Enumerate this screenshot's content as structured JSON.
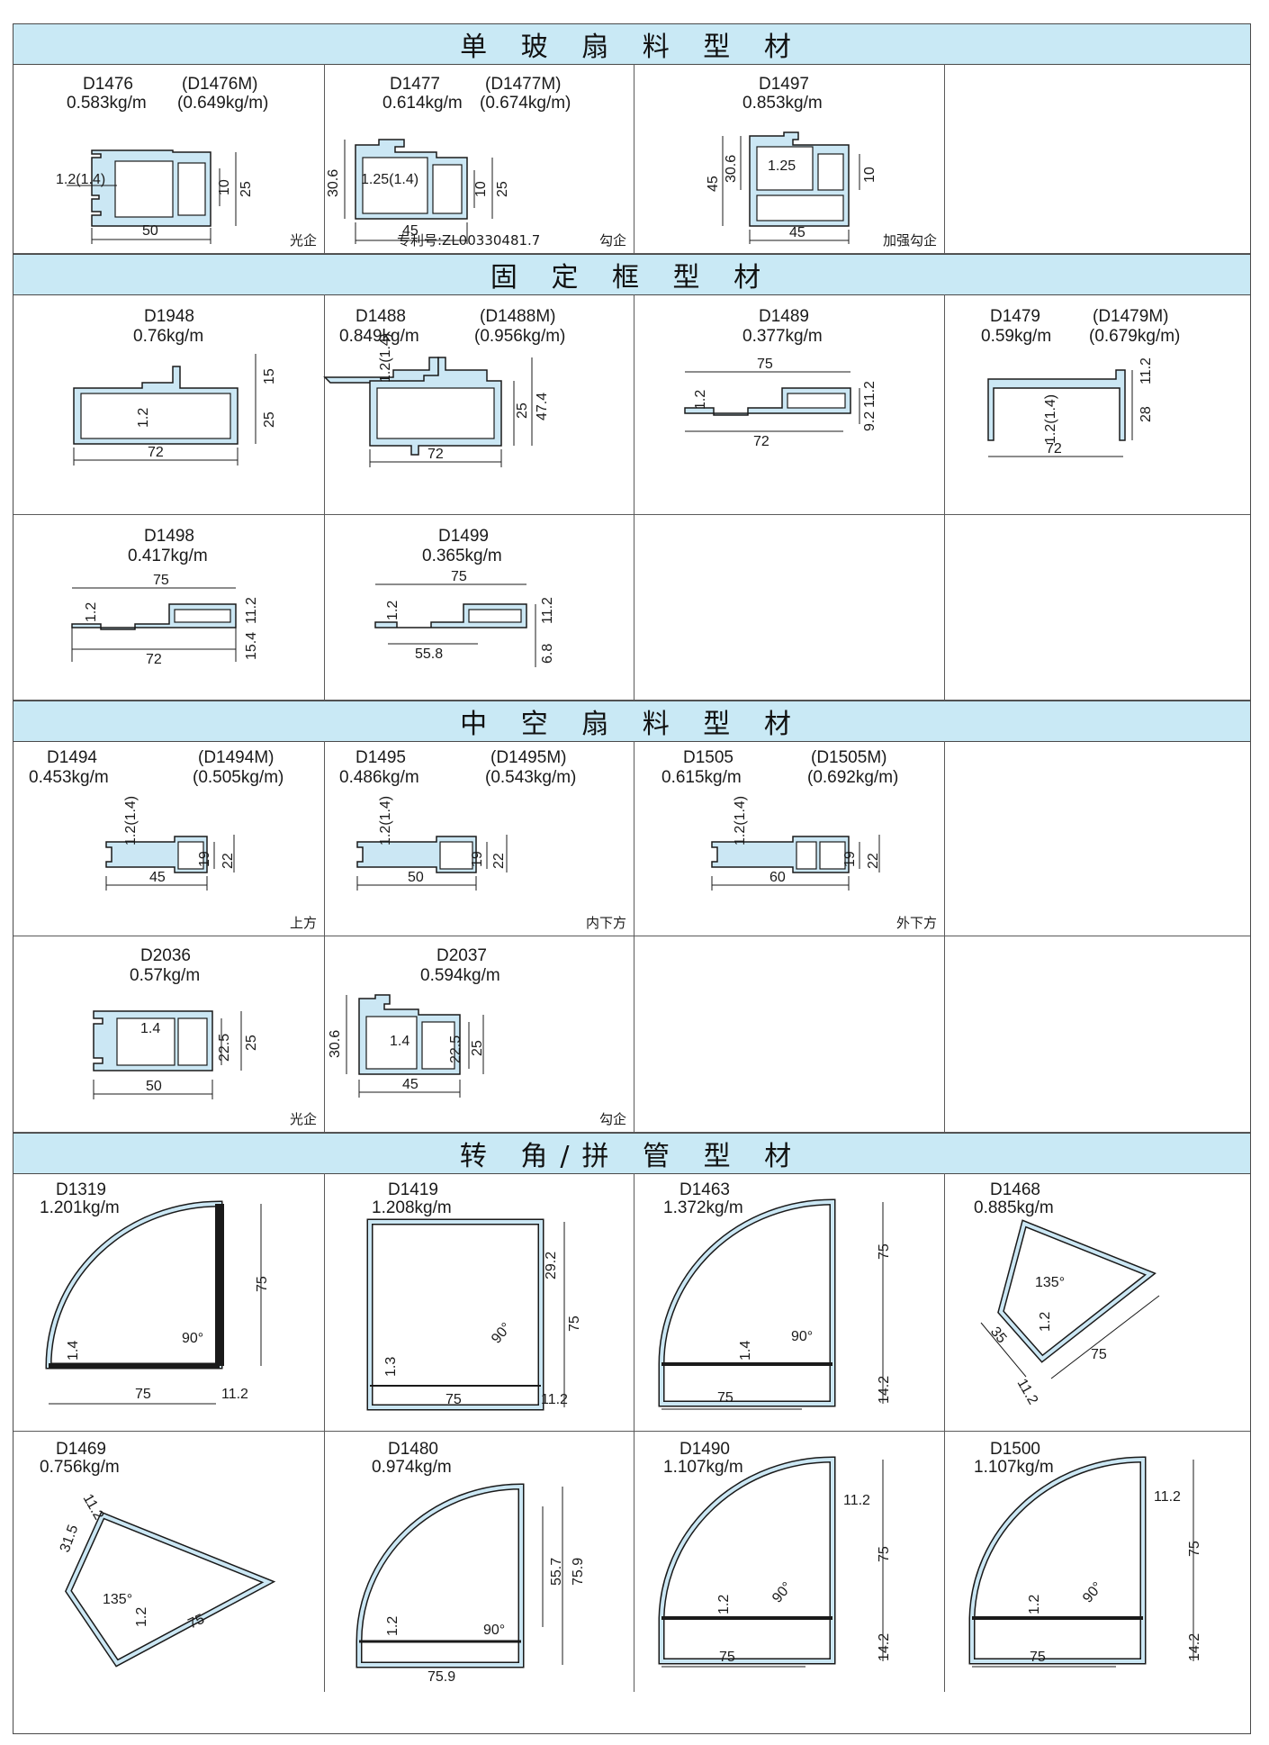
{
  "sections": [
    {
      "title": "单 玻 扇 料 型 材"
    },
    {
      "title": "固 定 框 型 材"
    },
    {
      "title": "中 空 扇 料 型 材"
    },
    {
      "title": "转 角/拼 管 型 材"
    }
  ],
  "profiles": {
    "D1476": {
      "code": "D1476",
      "alt_code": "(D1476M)",
      "weight": "0.583kg/m",
      "alt_weight": "(0.649kg/m)",
      "note": "光企",
      "dims": [
        "1.2(1.4)",
        "10",
        "25",
        "50"
      ]
    },
    "D1477": {
      "code": "D1477",
      "alt_code": "(D1477M)",
      "weight": "0.614kg/m",
      "alt_weight": "(0.674kg/m)",
      "note": "勾企",
      "patent": "专利号:ZL00330481.7",
      "dims": [
        "30.6",
        "1.25(1.4)",
        "10",
        "25",
        "45"
      ]
    },
    "D1497": {
      "code": "D1497",
      "weight": "0.853kg/m",
      "note": "加强勾企",
      "dims": [
        "45",
        "30.6",
        "1.25",
        "10",
        "45"
      ]
    },
    "D1948": {
      "code": "D1948",
      "weight": "0.76kg/m",
      "dims": [
        "15",
        "1.2",
        "25",
        "72"
      ]
    },
    "D1488": {
      "code": "D1488",
      "alt_code": "(D1488M)",
      "weight": "0.849kg/m",
      "alt_weight": "(0.956kg/m)",
      "dims": [
        "1.2(1.4)",
        "25",
        "47.4",
        "72"
      ]
    },
    "D1489": {
      "code": "D1489",
      "weight": "0.377kg/m",
      "dims": [
        "75",
        "1.2",
        "11.2",
        "9.2",
        "72"
      ]
    },
    "D1479": {
      "code": "D1479",
      "alt_code": "(D1479M)",
      "weight": "0.59kg/m",
      "alt_weight": "(0.679kg/m)",
      "dims": [
        "11.2",
        "28",
        "1.2(1.4)",
        "72"
      ]
    },
    "D1498": {
      "code": "D1498",
      "weight": "0.417kg/m",
      "dims": [
        "75",
        "1.2",
        "11.2",
        "15.4",
        "72"
      ]
    },
    "D1499": {
      "code": "D1499",
      "weight": "0.365kg/m",
      "dims": [
        "75",
        "1.2",
        "11.2",
        "55.8",
        "6.8"
      ]
    },
    "D1494": {
      "code": "D1494",
      "alt_code": "(D1494M)",
      "weight": "0.453kg/m",
      "alt_weight": "(0.505kg/m)",
      "note": "上方",
      "dims": [
        "1.2(1.4)",
        "19",
        "22",
        "45"
      ]
    },
    "D1495": {
      "code": "D1495",
      "alt_code": "(D1495M)",
      "weight": "0.486kg/m",
      "alt_weight": "(0.543kg/m)",
      "note": "内下方",
      "dims": [
        "1.2(1.4)",
        "19",
        "22",
        "50"
      ]
    },
    "D1505": {
      "code": "D1505",
      "alt_code": "(D1505M)",
      "weight": "0.615kg/m",
      "alt_weight": "(0.692kg/m)",
      "note": "外下方",
      "dims": [
        "1.2(1.4)",
        "19",
        "22",
        "60"
      ]
    },
    "D2036": {
      "code": "D2036",
      "weight": "0.57kg/m",
      "note": "光企",
      "dims": [
        "1.4",
        "22.5",
        "25",
        "50"
      ]
    },
    "D2037": {
      "code": "D2037",
      "weight": "0.594kg/m",
      "note": "勾企",
      "dims": [
        "30.6",
        "1.4",
        "22.5",
        "25",
        "45"
      ]
    },
    "D1319": {
      "code": "D1319",
      "weight": "1.201kg/m",
      "dims": [
        "75",
        "1.4",
        "90°",
        "75",
        "11.2"
      ]
    },
    "D1419": {
      "code": "D1419",
      "weight": "1.208kg/m",
      "dims": [
        "29.2",
        "75",
        "90°",
        "1.3",
        "75",
        "11.2"
      ]
    },
    "D1463": {
      "code": "D1463",
      "weight": "1.372kg/m",
      "dims": [
        "75",
        "1.4",
        "90°",
        "14.2",
        "75"
      ]
    },
    "D1468": {
      "code": "D1468",
      "weight": "0.885kg/m",
      "dims": [
        "135°",
        "35",
        "1.2",
        "75",
        "11.2"
      ]
    },
    "D1469": {
      "code": "D1469",
      "weight": "0.756kg/m",
      "dims": [
        "11.2",
        "31.5",
        "135°",
        "1.2",
        "75"
      ]
    },
    "D1480": {
      "code": "D1480",
      "weight": "0.974kg/m",
      "dims": [
        "55.7",
        "75.9",
        "1.2",
        "90°",
        "75.9"
      ]
    },
    "D1490": {
      "code": "D1490",
      "weight": "1.107kg/m",
      "dims": [
        "11.2",
        "75",
        "1.2",
        "90°",
        "75",
        "14.2"
      ]
    },
    "D1500": {
      "code": "D1500",
      "weight": "1.107kg/m",
      "dims": [
        "11.2",
        "75",
        "1.2",
        "90°",
        "75",
        "14.2"
      ]
    }
  },
  "colors": {
    "band": "#c9e9f5",
    "profile_fill": "#cbe7f4",
    "line": "#1a1a1a"
  }
}
